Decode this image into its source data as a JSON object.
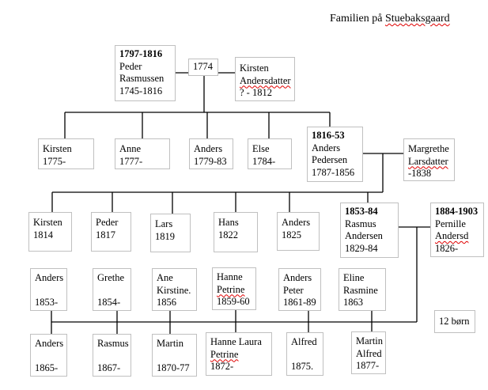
{
  "title": {
    "prefix": "Familien på ",
    "place": "Stuebaksgaard"
  },
  "gen1": {
    "peder": {
      "period": "1797-1816",
      "lines": [
        "Peder",
        "Rasmussen",
        "1745-1816"
      ]
    },
    "marriage": "1774",
    "kirsten": {
      "lines": [
        "Kirsten",
        "Andersdatter",
        "? - 1812"
      ]
    }
  },
  "gen2": {
    "children": [
      [
        "Kirsten",
        "1775-"
      ],
      [
        "Anne",
        "1777-"
      ],
      [
        "Anders",
        "1779-83"
      ],
      [
        "Else",
        "1784-"
      ]
    ],
    "anders": {
      "period": "1816-53",
      "lines": [
        "Anders",
        "Pedersen",
        "1787-1856"
      ]
    },
    "margrethe": {
      "lines": [
        "Margrethe",
        "Larsdatter",
        "-1838"
      ]
    }
  },
  "gen3": {
    "children": [
      [
        "Kirsten",
        "1814"
      ],
      [
        "Peder",
        "1817"
      ],
      [
        "Lars",
        "1819"
      ],
      [
        "Hans",
        "1822"
      ],
      [
        "Anders",
        "1825"
      ]
    ],
    "rasmus": {
      "period": "1853-84",
      "lines": [
        "Rasmus",
        "Andersen",
        "1829-84"
      ]
    },
    "pernille": {
      "period": "1884-1903",
      "lines": [
        "Pernille",
        "Andersd",
        "1826-"
      ]
    }
  },
  "gen4": {
    "top": [
      [
        "Anders",
        "",
        "1853-"
      ],
      [
        "Grethe",
        "",
        "1854-"
      ],
      [
        "Ane",
        "Kirstine.",
        "1856"
      ],
      [
        "Hanne",
        "Petrine",
        "1859-60"
      ],
      [
        "Anders",
        "Peter",
        "1861-89"
      ],
      [
        "Eline",
        "Rasmine",
        "1863"
      ]
    ],
    "bottom": [
      [
        "Anders",
        "",
        "1865-"
      ],
      [
        "Rasmus",
        "",
        "1867-"
      ],
      [
        "Martin",
        "",
        "1870-77"
      ],
      [
        "Hanne Laura",
        "Petrine",
        "1872-"
      ],
      [
        "Alfred",
        "",
        "1875."
      ],
      [
        "Martin",
        "Alfred",
        "1877-"
      ]
    ],
    "count": "12 børn"
  }
}
